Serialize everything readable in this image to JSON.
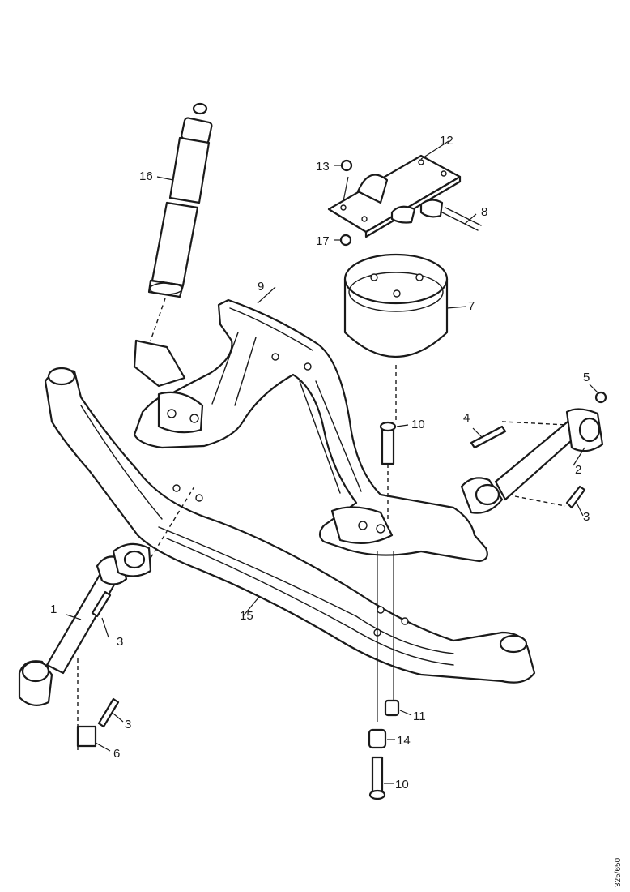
{
  "diagram": {
    "document_id": "325/650",
    "callouts": [
      {
        "id": "c1",
        "text": "1"
      },
      {
        "id": "c2",
        "text": "2"
      },
      {
        "id": "c3a",
        "text": "3"
      },
      {
        "id": "c3b",
        "text": "3"
      },
      {
        "id": "c3c",
        "text": "3"
      },
      {
        "id": "c4",
        "text": "4"
      },
      {
        "id": "c5",
        "text": "5"
      },
      {
        "id": "c6",
        "text": "6"
      },
      {
        "id": "c7",
        "text": "7"
      },
      {
        "id": "c8",
        "text": "8"
      },
      {
        "id": "c9",
        "text": "9"
      },
      {
        "id": "c10a",
        "text": "10"
      },
      {
        "id": "c10b",
        "text": "10"
      },
      {
        "id": "c11",
        "text": "11"
      },
      {
        "id": "c12",
        "text": "12"
      },
      {
        "id": "c13",
        "text": "13"
      },
      {
        "id": "c14",
        "text": "14"
      },
      {
        "id": "c15",
        "text": "15"
      },
      {
        "id": "c16",
        "text": "16"
      },
      {
        "id": "c17",
        "text": "17"
      }
    ]
  }
}
